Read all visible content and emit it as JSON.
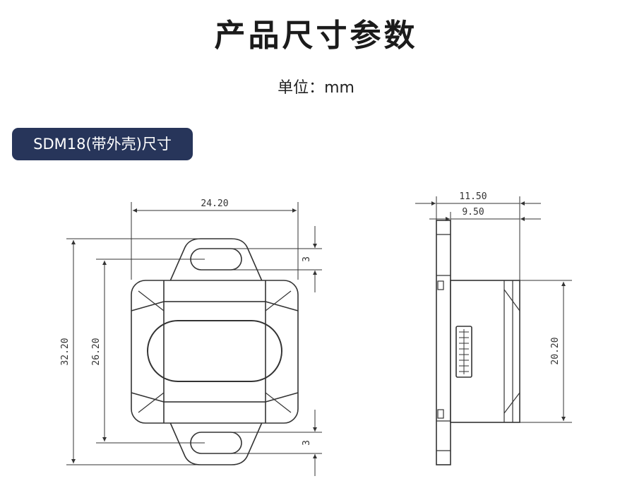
{
  "title": "产品尺寸参数",
  "unit_label": "单位：mm",
  "section_badge": "SDM18(带外壳)尺寸",
  "dimensions": {
    "front_width": "24.20",
    "front_total_height": "32.20",
    "front_hole_spacing": "26.20",
    "front_top_tab": "3",
    "front_bottom_tab": "3",
    "side_total_depth": "11.50",
    "side_body_depth": "9.50",
    "side_body_height": "20.20"
  }
}
